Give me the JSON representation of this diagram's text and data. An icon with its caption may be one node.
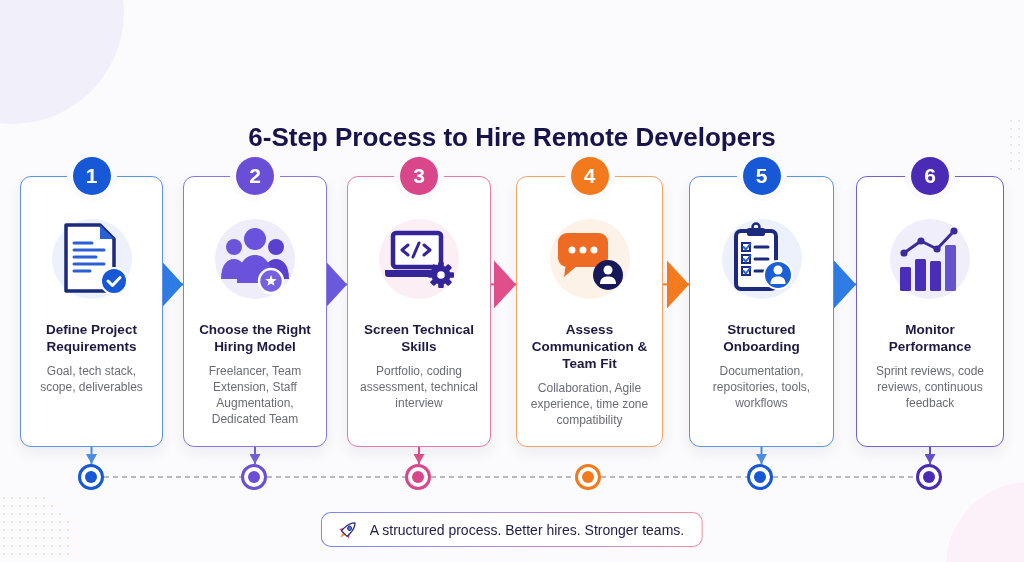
{
  "diagram": {
    "title": "6-Step Process to Hire Remote Developers",
    "nodes": [
      {
        "text": [
          "1",
          "Define Project Requirements",
          "Goal, tech stack, scope, deliverables"
        ]
      },
      {
        "text": [
          "2",
          "Choose the Right Hiring Model",
          "Freelancer, Team Extension, Staff Augmentation, Dedicated Team"
        ]
      },
      {
        "text": [
          "3",
          "Screen Technical Skills",
          "Portfolio, coding assessment, technical interview"
        ]
      },
      {
        "text": [
          "4",
          "Assess Communication & Team Fit",
          "Collaboration, Agile experience, time zone compatibility"
        ]
      },
      {
        "text": [
          "5",
          "Structured Onboarding",
          "Documentation, repositories, tools, workflows"
        ]
      },
      {
        "text": [
          "6",
          "Monitor Performance",
          "Sprint reviews, code reviews, continuous feedback"
        ]
      },
      {
        "text": [],
        "shape": "circle"
      },
      {
        "text": [],
        "shape": "circle"
      },
      {
        "text": [],
        "shape": "circle"
      },
      {
        "text": [],
        "shape": "circle"
      },
      {
        "text": [],
        "shape": "circle"
      },
      {
        "text": [],
        "shape": "circle"
      },
      {
        "text": [
          "A structured process. Better hires. Stronger teams."
        ]
      }
    ],
    "edges": [
      {
        "from": 0,
        "to": 1,
        "arrow": "to",
        "color": "#2f7de6"
      },
      {
        "from": 1,
        "to": 2,
        "arrow": "to",
        "color": "#6b5be0"
      },
      {
        "from": 2,
        "to": 3,
        "arrow": "to",
        "color": "#e2508c"
      },
      {
        "from": 3,
        "to": 4,
        "arrow": "to",
        "color": "#f47b20"
      },
      {
        "from": 4,
        "to": 5,
        "arrow": "to",
        "color": "#2f7de6"
      },
      {
        "from": 0,
        "to": 6,
        "arrow": "to",
        "color": "#4f8ee6"
      },
      {
        "from": 1,
        "to": 7,
        "arrow": "to",
        "color": "#7660dc"
      },
      {
        "from": 2,
        "to": 8,
        "arrow": "to",
        "color": "#e0508a"
      },
      {
        "from": 4,
        "to": 10,
        "arrow": "to",
        "color": "#4f8ee6"
      },
      {
        "from": 5,
        "to": 11,
        "arrow": "to",
        "color": "#6650cc"
      },
      {
        "from": 6,
        "to": 7,
        "arrow": "none",
        "style": "dashed",
        "color": "#a3a3ad"
      },
      {
        "from": 7,
        "to": 8,
        "arrow": "none",
        "style": "dashed",
        "color": "#a3a3ad"
      },
      {
        "from": 8,
        "to": 9,
        "arrow": "none",
        "style": "dashed",
        "color": "#a3a3ad"
      },
      {
        "from": 9,
        "to": 10,
        "arrow": "none",
        "style": "dashed",
        "color": "#a3a3ad"
      },
      {
        "from": 10,
        "to": 11,
        "arrow": "none",
        "style": "dashed",
        "color": "#a3a3ad"
      }
    ]
  }
}
